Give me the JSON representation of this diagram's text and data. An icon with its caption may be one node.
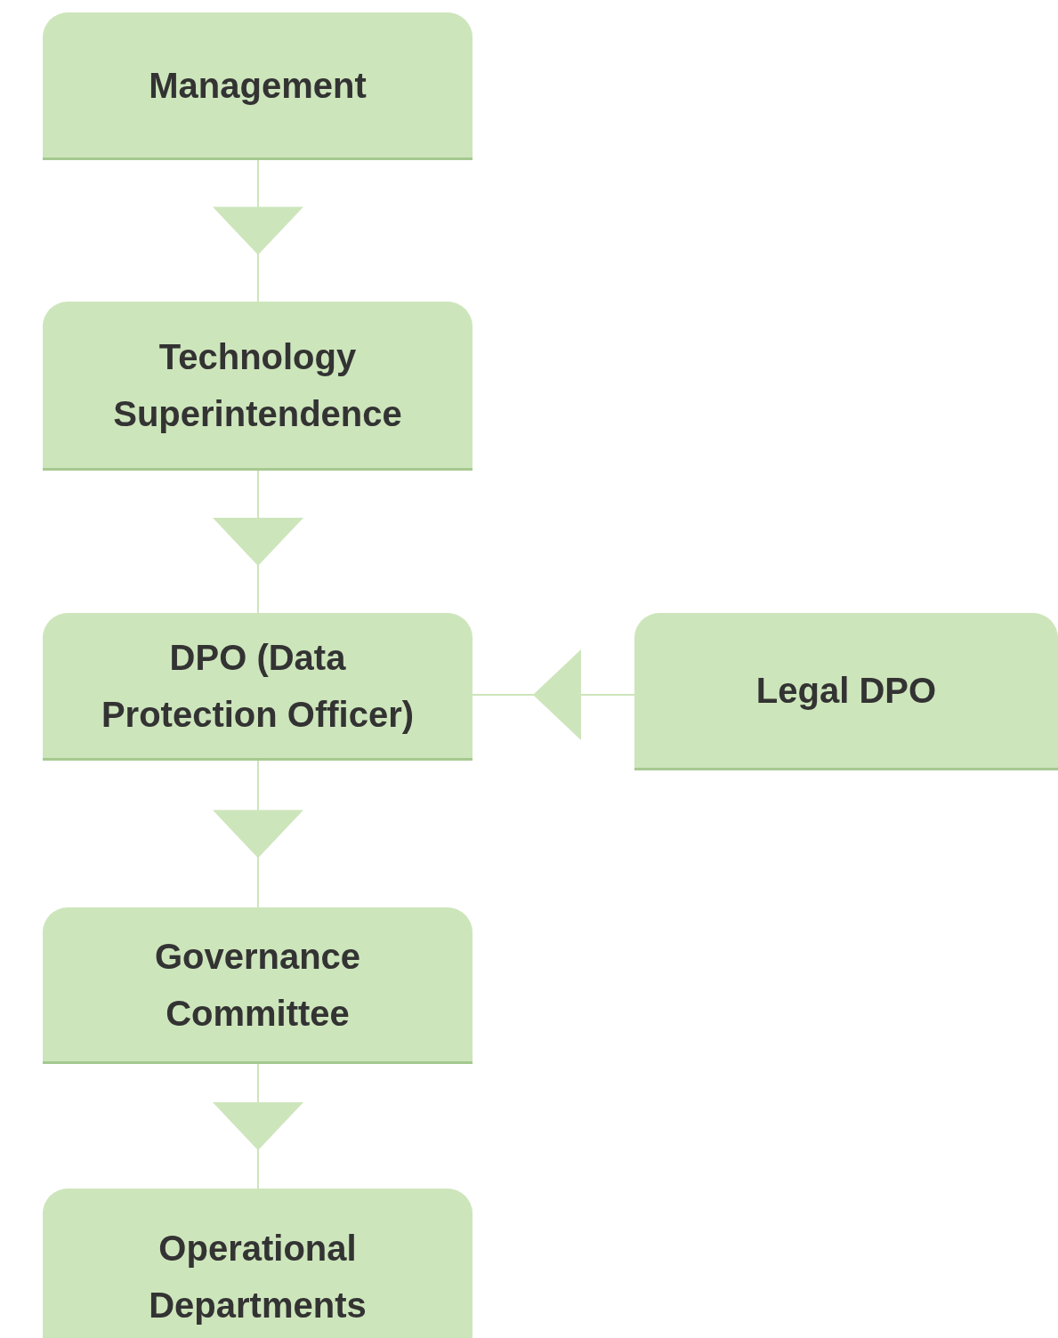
{
  "diagram": {
    "nodes": [
      {
        "text": [
          "Management"
        ]
      },
      {
        "text": [
          "Technology Superintendence"
        ]
      },
      {
        "text": [
          "DPO (Data Protection Officer)"
        ]
      },
      {
        "text": [
          "Governance Committee"
        ]
      },
      {
        "text": [
          "Operational Departments"
        ]
      },
      {
        "text": [
          "Legal DPO"
        ]
      }
    ],
    "edges": [
      {
        "from": 0,
        "to": 1,
        "arrow": "to"
      },
      {
        "from": 1,
        "to": 2,
        "arrow": "to"
      },
      {
        "from": 2,
        "to": 3,
        "arrow": "to"
      },
      {
        "from": 3,
        "to": 4,
        "arrow": "to"
      },
      {
        "from": 5,
        "to": 2,
        "arrow": "to"
      }
    ]
  }
}
